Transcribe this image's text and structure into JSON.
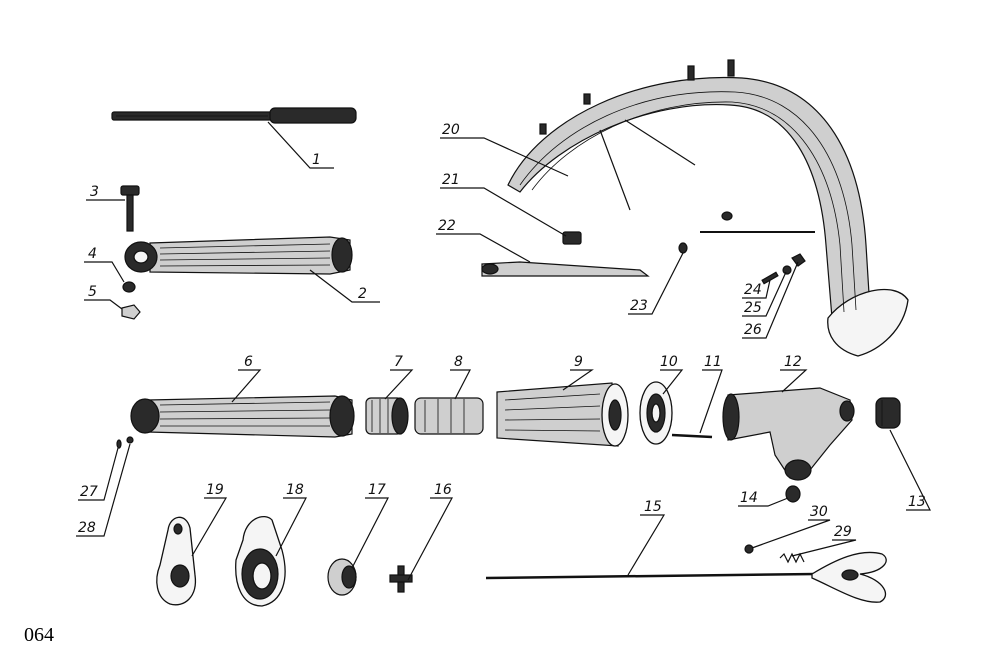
{
  "page_number": "064",
  "callouts": [
    {
      "label": "1"
    },
    {
      "label": "2"
    },
    {
      "label": "3"
    },
    {
      "label": "4"
    },
    {
      "label": "5"
    },
    {
      "label": "6"
    },
    {
      "label": "7"
    },
    {
      "label": "8"
    },
    {
      "label": "9"
    },
    {
      "label": "10"
    },
    {
      "label": "11"
    },
    {
      "label": "12"
    },
    {
      "label": "13"
    },
    {
      "label": "14"
    },
    {
      "label": "15"
    },
    {
      "label": "16"
    },
    {
      "label": "17"
    },
    {
      "label": "18"
    },
    {
      "label": "19"
    },
    {
      "label": "20"
    },
    {
      "label": "21"
    },
    {
      "label": "22"
    },
    {
      "label": "23"
    },
    {
      "label": "24"
    },
    {
      "label": "25"
    },
    {
      "label": "26"
    },
    {
      "label": "27"
    },
    {
      "label": "28"
    },
    {
      "label": "29"
    },
    {
      "label": "30"
    }
  ]
}
